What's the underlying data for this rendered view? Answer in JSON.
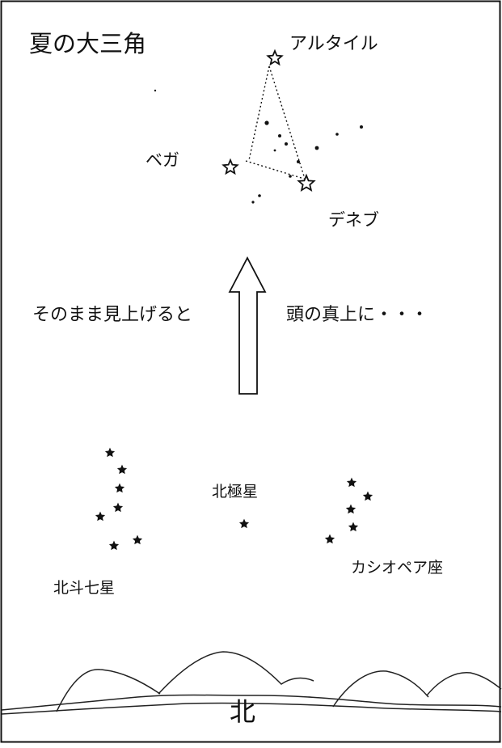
{
  "title": "夏の大三角",
  "summer_triangle": {
    "altair": "アルタイル",
    "vega": "ベガ",
    "deneb": "デネブ"
  },
  "captions": {
    "left": "そのまま見上げると",
    "right": "頭の真上に・・・"
  },
  "northern_sky": {
    "polaris": "北極星",
    "big_dipper": "北斗七星",
    "cassiopeia": "カシオペア座"
  },
  "direction": "北",
  "colors": {
    "ink": "#111111",
    "background": "#ffffff"
  }
}
